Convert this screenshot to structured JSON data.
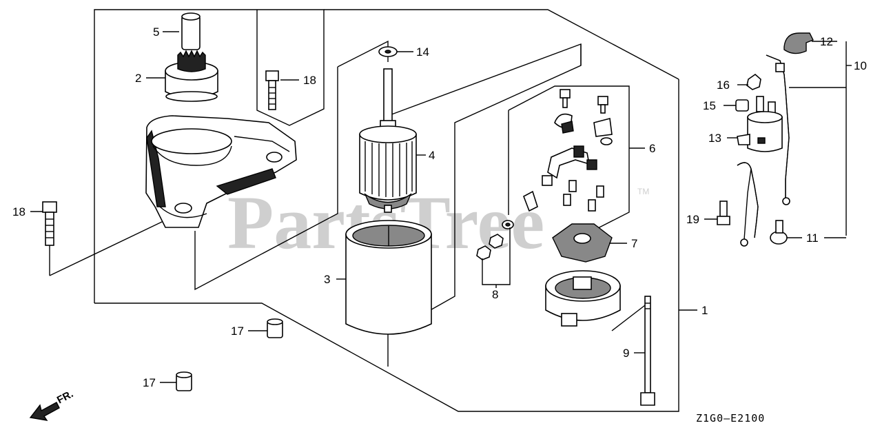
{
  "diagram": {
    "watermark": "PartsTree",
    "watermark_tm": "TM",
    "drawing_code": "Z1G0–E2100",
    "front_indicator": "FR.",
    "callouts": {
      "c1": "1",
      "c2": "2",
      "c3": "3",
      "c4": "4",
      "c5": "5",
      "c6": "6",
      "c7": "7",
      "c8": "8",
      "c9": "9",
      "c10": "10",
      "c11": "11",
      "c12": "12",
      "c13": "13",
      "c14": "14",
      "c15": "15",
      "c16": "16",
      "c17a": "17",
      "c17b": "17",
      "c18a": "18",
      "c18b": "18",
      "c19": "19"
    }
  }
}
